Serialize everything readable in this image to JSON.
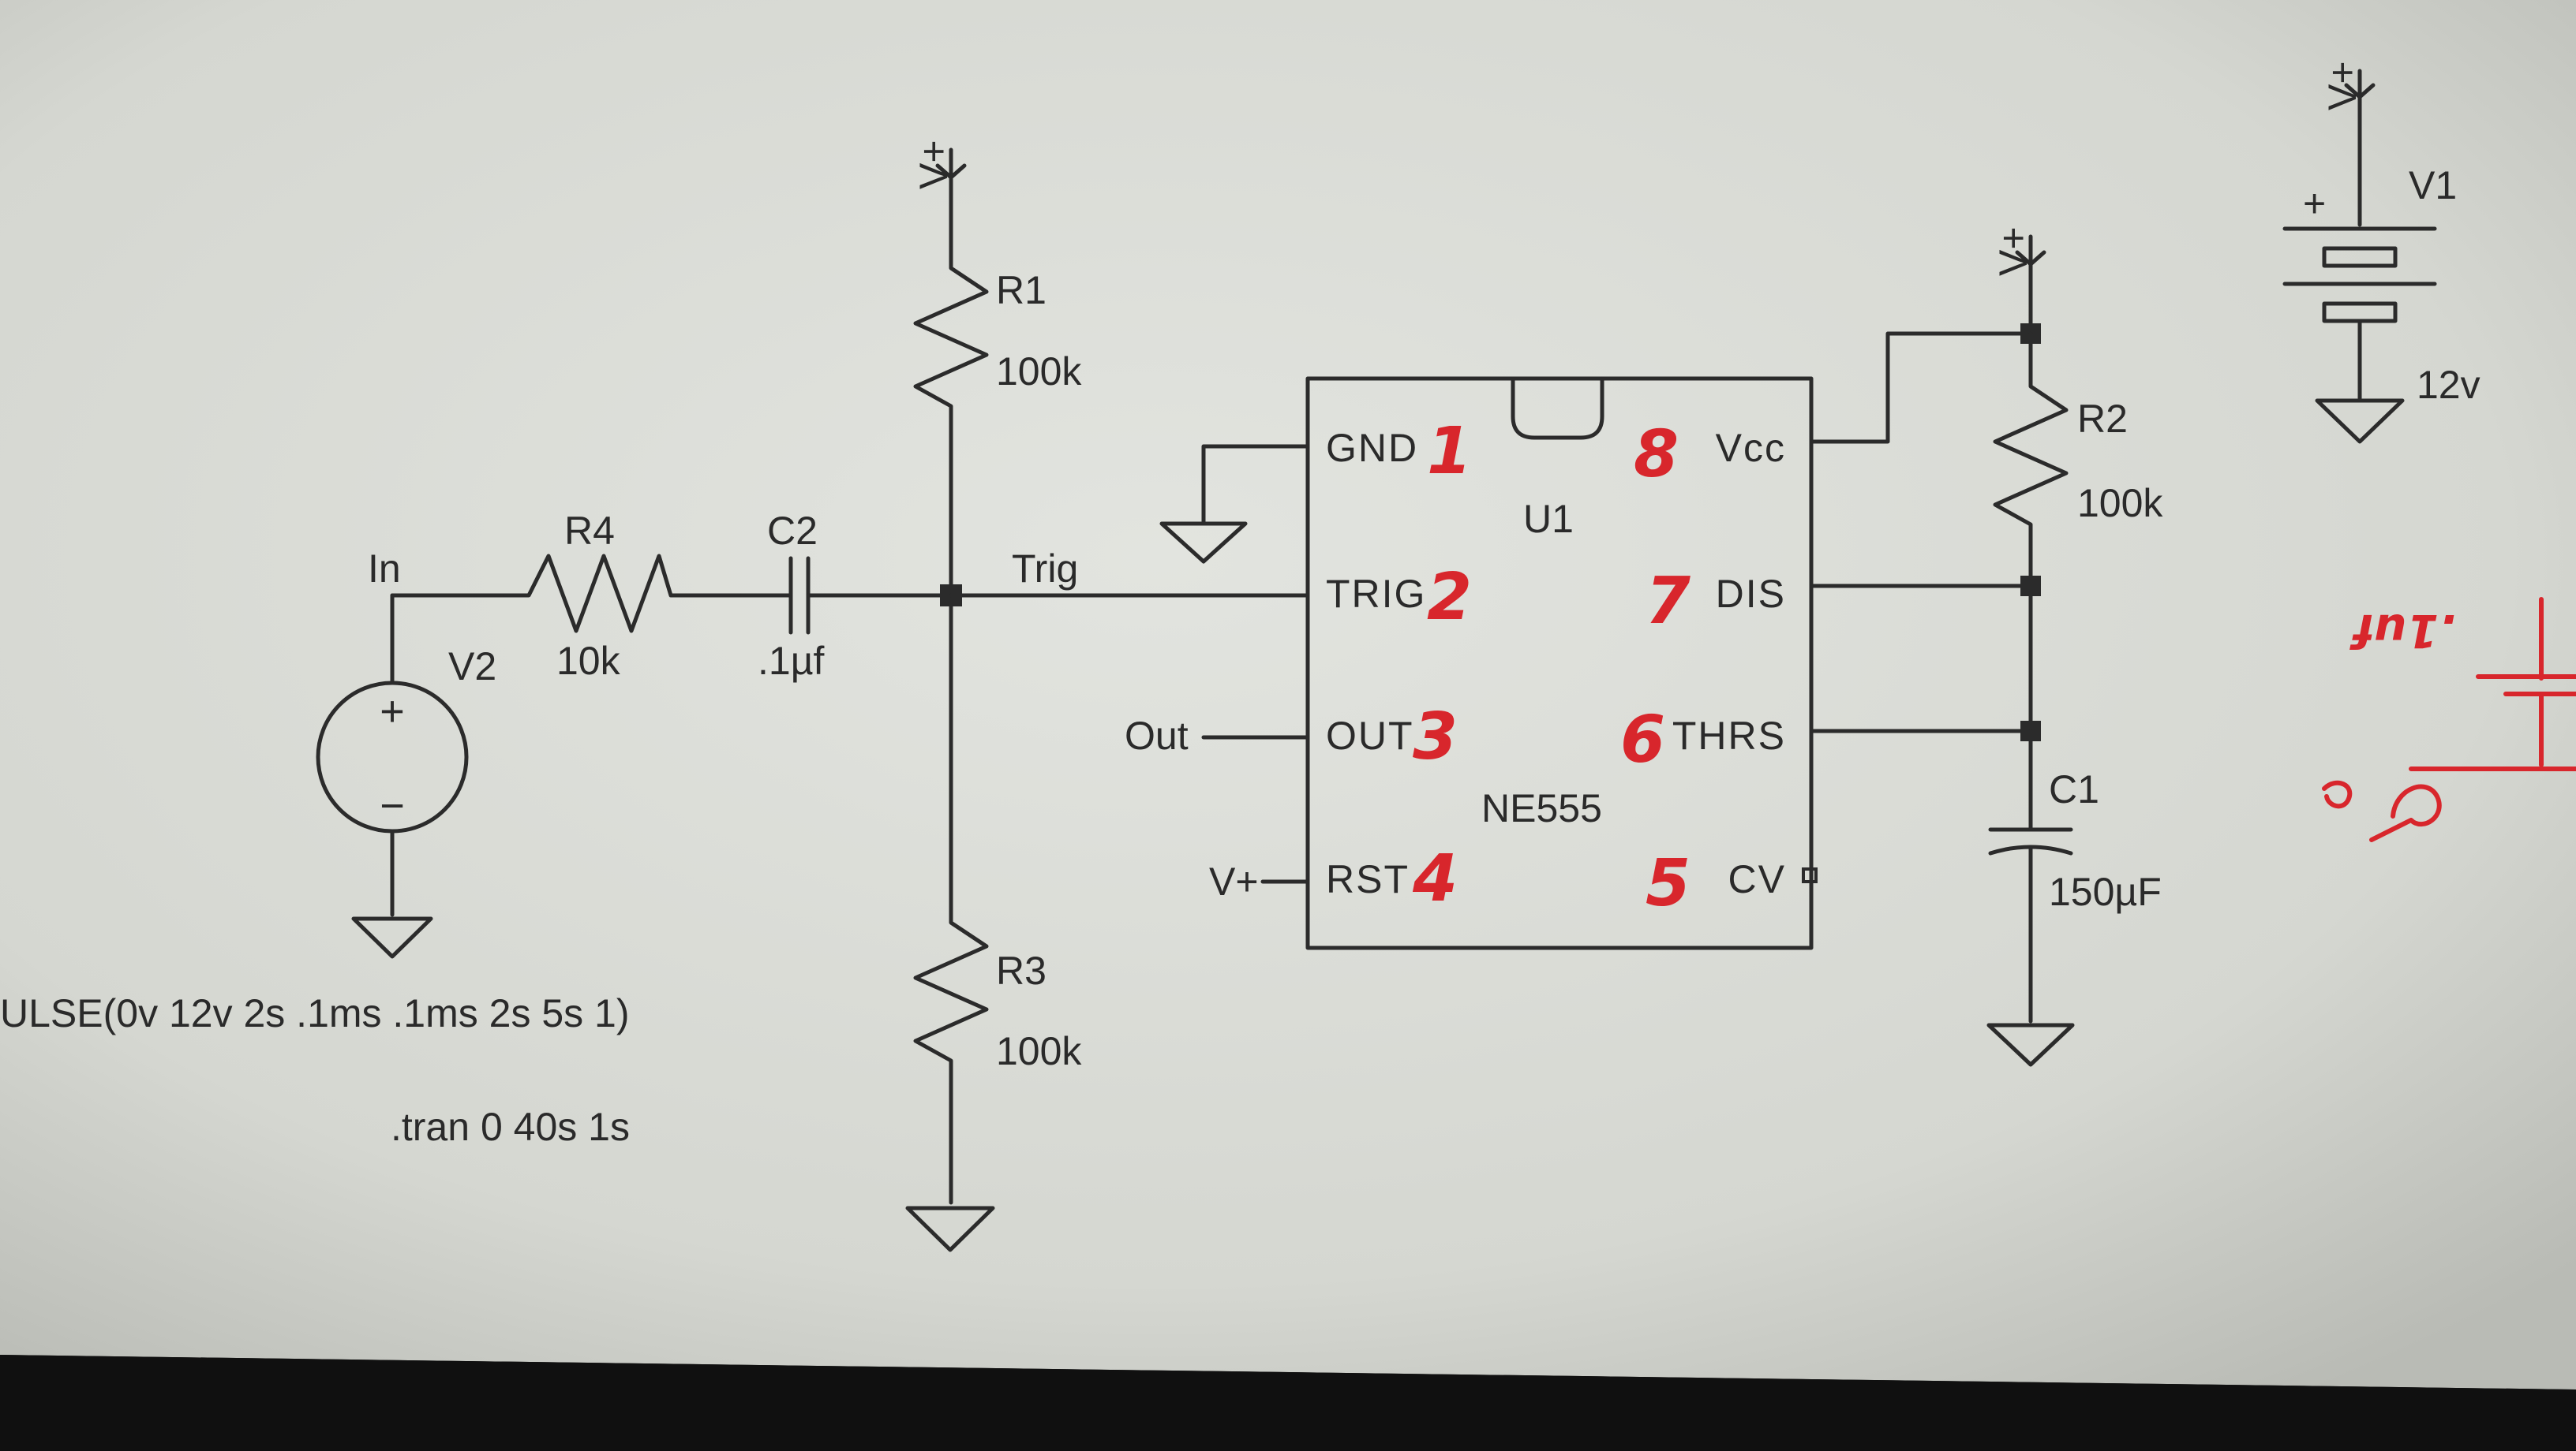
{
  "components": {
    "r1": {
      "ref": "R1",
      "value": "100k"
    },
    "r2": {
      "ref": "R2",
      "value": "100k"
    },
    "r3": {
      "ref": "R3",
      "value": "100k"
    },
    "r4": {
      "ref": "R4",
      "value": "10k"
    },
    "c1": {
      "ref": "C1",
      "value": "150µF"
    },
    "c2": {
      "ref": "C2",
      "value": ".1µf"
    },
    "v1": {
      "ref": "V1",
      "value": "12v",
      "plus": "+"
    },
    "v2": {
      "ref": "V2",
      "plus": "+",
      "minus": "−"
    },
    "u1": {
      "ref": "U1",
      "part": "NE555"
    }
  },
  "supply_label": "V+",
  "nets": {
    "in": "In",
    "trig": "Trig",
    "out": "Out",
    "rst": "V+"
  },
  "pins": {
    "gnd": "GND",
    "trig": "TRIG",
    "out": "OUT",
    "rst": "RST",
    "vcc": "Vcc",
    "dis": "DIS",
    "thrs": "THRS",
    "cv": "CV"
  },
  "pin_numbers": {
    "p1": "1",
    "p2": "2",
    "p3": "3",
    "p4": "4",
    "p5": "5",
    "p6": "6",
    "p7": "7",
    "p8": "8"
  },
  "directives": {
    "pulse": "ULSE(0v 12v 2s .1ms .1ms 2s 5s 1)",
    "tran": ".tran 0 40s 1s"
  },
  "handwritten_note": ".1uf",
  "colors": {
    "paper": "#d9dbd6",
    "ink": "#2b2b2b",
    "red_pen": "#d8262c"
  }
}
